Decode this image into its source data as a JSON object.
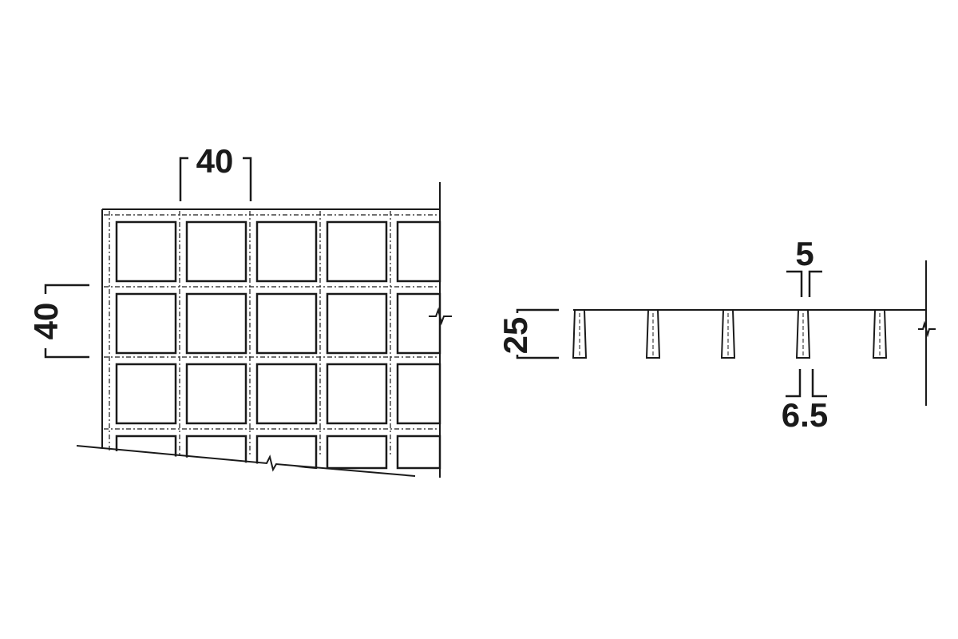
{
  "plan_view": {
    "cell_width_label": "40",
    "cell_height_label": "40"
  },
  "section_view": {
    "bar_top_width_label": "5",
    "bar_bottom_width_label": "6.5",
    "depth_label": "25"
  },
  "colors": {
    "line": "#1a1a1a",
    "background": "#ffffff"
  }
}
